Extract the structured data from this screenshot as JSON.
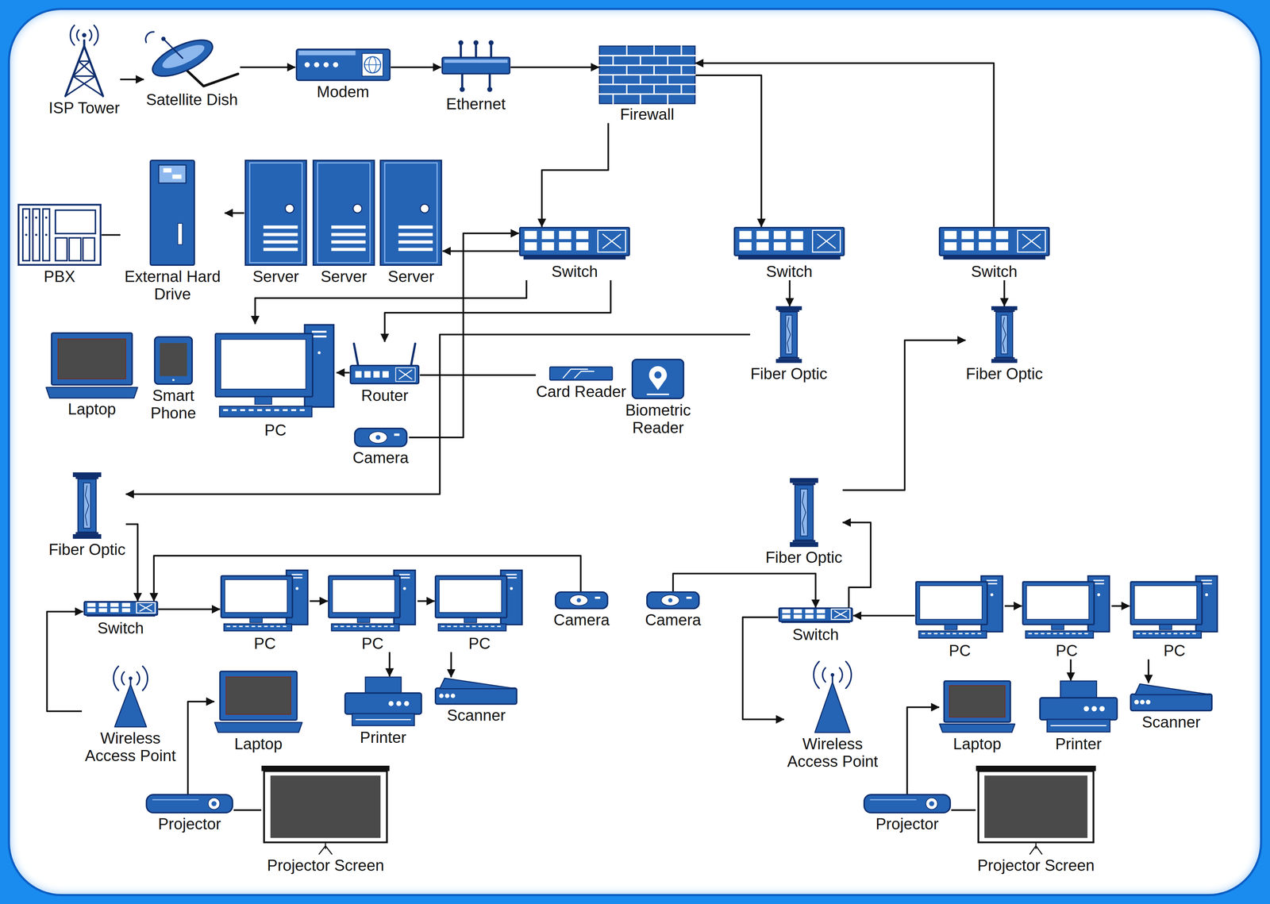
{
  "diagram": {
    "nodes": [
      {
        "text": [
          "ISP Tower"
        ]
      },
      {
        "text": [
          "Satellite Dish"
        ]
      },
      {
        "text": [
          "Modem"
        ]
      },
      {
        "text": [
          "Ethernet"
        ]
      },
      {
        "text": [
          "Firewall"
        ]
      },
      {
        "text": [
          "PBX"
        ]
      },
      {
        "text": [
          "External Hard Drive"
        ]
      },
      {
        "text": [
          "Server"
        ]
      },
      {
        "text": [
          "Server"
        ]
      },
      {
        "text": [
          "Server"
        ]
      },
      {
        "text": [
          "Switch"
        ]
      },
      {
        "text": [
          "Switch"
        ]
      },
      {
        "text": [
          "Switch"
        ]
      },
      {
        "text": [
          "Laptop"
        ]
      },
      {
        "text": [
          "Smart Phone"
        ]
      },
      {
        "text": [
          "PC"
        ]
      },
      {
        "text": [
          "Router"
        ]
      },
      {
        "text": [
          "Card Reader"
        ]
      },
      {
        "text": [
          "Biometric Reader"
        ]
      },
      {
        "text": [
          "Camera"
        ]
      },
      {
        "text": [
          "Fiber Optic"
        ]
      },
      {
        "text": [
          "Fiber Optic"
        ]
      },
      {
        "text": [
          "Fiber Optic"
        ]
      },
      {
        "text": [
          "Fiber Optic"
        ]
      },
      {
        "text": [
          "Switch"
        ]
      },
      {
        "text": [
          "PC"
        ]
      },
      {
        "text": [
          "PC"
        ]
      },
      {
        "text": [
          "PC"
        ]
      },
      {
        "text": [
          "Camera"
        ]
      },
      {
        "text": [
          "Wireless Access Point"
        ]
      },
      {
        "text": [
          "Laptop"
        ]
      },
      {
        "text": [
          "Printer"
        ]
      },
      {
        "text": [
          "Scanner"
        ]
      },
      {
        "text": [
          "Projector"
        ]
      },
      {
        "text": [
          "Projector Screen"
        ]
      },
      {
        "text": [
          "Camera"
        ]
      },
      {
        "text": [
          "Switch"
        ]
      },
      {
        "text": [
          "PC"
        ]
      },
      {
        "text": [
          "PC"
        ]
      },
      {
        "text": [
          "PC"
        ]
      },
      {
        "text": [
          "Wireless Access Point"
        ]
      },
      {
        "text": [
          "Laptop"
        ]
      },
      {
        "text": [
          "Printer"
        ]
      },
      {
        "text": [
          "Scanner"
        ]
      },
      {
        "text": [
          "Projector"
        ]
      },
      {
        "text": [
          "Projector Screen"
        ]
      }
    ],
    "edges": [
      {
        "from": 0,
        "to": 1,
        "arrow": "to"
      },
      {
        "from": 1,
        "to": 2,
        "arrow": "to"
      },
      {
        "from": 2,
        "to": 3,
        "arrow": "to"
      },
      {
        "from": 3,
        "to": 4,
        "arrow": "to"
      },
      {
        "from": 4,
        "to": 10,
        "arrow": "to"
      },
      {
        "from": 4,
        "to": 11,
        "arrow": "to"
      },
      {
        "from": 12,
        "to": 4,
        "arrow": "to"
      },
      {
        "from": 10,
        "to": 9,
        "arrow": "to"
      },
      {
        "from": 7,
        "to": 6,
        "arrow": "to"
      },
      {
        "from": 5,
        "to": 6,
        "arrow": "none"
      },
      {
        "from": 10,
        "to": 15,
        "arrow": "to"
      },
      {
        "from": 10,
        "to": 16,
        "arrow": "to"
      },
      {
        "from": 16,
        "to": 15,
        "arrow": "to"
      },
      {
        "from": 16,
        "to": 17,
        "arrow": "none"
      },
      {
        "from": 19,
        "to": 10,
        "arrow": "to"
      },
      {
        "from": 11,
        "to": 20,
        "arrow": "to"
      },
      {
        "from": 20,
        "to": 22,
        "arrow": "to"
      },
      {
        "from": 12,
        "to": 21,
        "arrow": "to"
      },
      {
        "from": 23,
        "to": 21,
        "arrow": "to"
      },
      {
        "from": 36,
        "to": 23,
        "arrow": "to"
      },
      {
        "from": 22,
        "to": 24,
        "arrow": "to"
      },
      {
        "from": 24,
        "to": 25,
        "arrow": "to"
      },
      {
        "from": 25,
        "to": 26,
        "arrow": "to"
      },
      {
        "from": 26,
        "to": 27,
        "arrow": "to"
      },
      {
        "from": 26,
        "to": 31,
        "arrow": "to"
      },
      {
        "from": 27,
        "to": 32,
        "arrow": "to"
      },
      {
        "from": 28,
        "to": 24,
        "arrow": "to"
      },
      {
        "from": 29,
        "to": 24,
        "arrow": "to"
      },
      {
        "from": 33,
        "to": 30,
        "arrow": "to"
      },
      {
        "from": 33,
        "to": 34,
        "arrow": "none"
      },
      {
        "from": 37,
        "to": 36,
        "arrow": "to"
      },
      {
        "from": 37,
        "to": 38,
        "arrow": "to"
      },
      {
        "from": 38,
        "to": 39,
        "arrow": "to"
      },
      {
        "from": 38,
        "to": 42,
        "arrow": "to"
      },
      {
        "from": 39,
        "to": 43,
        "arrow": "to"
      },
      {
        "from": 35,
        "to": 36,
        "arrow": "to"
      },
      {
        "from": 36,
        "to": 40,
        "arrow": "to"
      },
      {
        "from": 44,
        "to": 41,
        "arrow": "to"
      },
      {
        "from": 44,
        "to": 45,
        "arrow": "none"
      }
    ]
  }
}
